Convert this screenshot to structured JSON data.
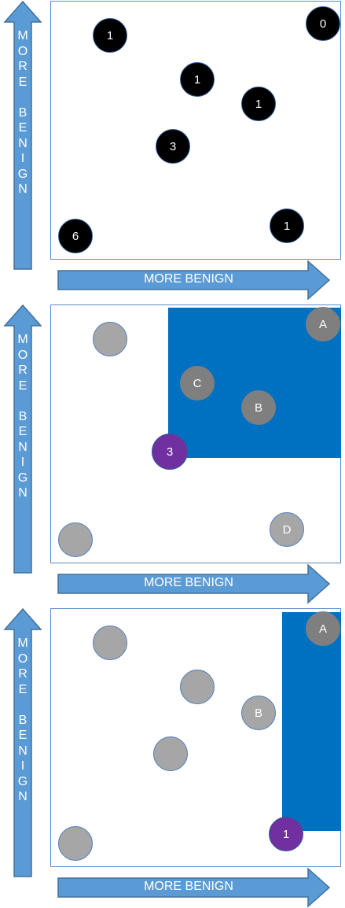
{
  "axis_labels": {
    "vertical": "MORE BENIGN",
    "horizontal": "MORE BENIGN"
  },
  "colors": {
    "arrow_fill": "#5b9bd5",
    "arrow_stroke": "#41719c",
    "region_fill": "#0070c0",
    "black_point": "#000000",
    "light_point": "#a6a6a6",
    "dark_point": "#7f7f7f",
    "purple_point": "#7030a0"
  },
  "panels": [
    {
      "points": [
        {
          "label": "1",
          "style": "black"
        },
        {
          "label": "0",
          "style": "black"
        },
        {
          "label": "1",
          "style": "black"
        },
        {
          "label": "1",
          "style": "black"
        },
        {
          "label": "3",
          "style": "black"
        },
        {
          "label": "6",
          "style": "black"
        },
        {
          "label": "1",
          "style": "black"
        }
      ]
    },
    {
      "points": [
        {
          "label": "",
          "style": "light"
        },
        {
          "label": "A",
          "style": "dark"
        },
        {
          "label": "C",
          "style": "dark"
        },
        {
          "label": "B",
          "style": "dark"
        },
        {
          "label": "3",
          "style": "purple"
        },
        {
          "label": "",
          "style": "light"
        },
        {
          "label": "D",
          "style": "light"
        }
      ]
    },
    {
      "points": [
        {
          "label": "",
          "style": "light"
        },
        {
          "label": "A",
          "style": "dark"
        },
        {
          "label": "",
          "style": "light"
        },
        {
          "label": "B",
          "style": "light"
        },
        {
          "label": "",
          "style": "light"
        },
        {
          "label": "1",
          "style": "purple"
        },
        {
          "label": "",
          "style": "light"
        }
      ]
    }
  ]
}
